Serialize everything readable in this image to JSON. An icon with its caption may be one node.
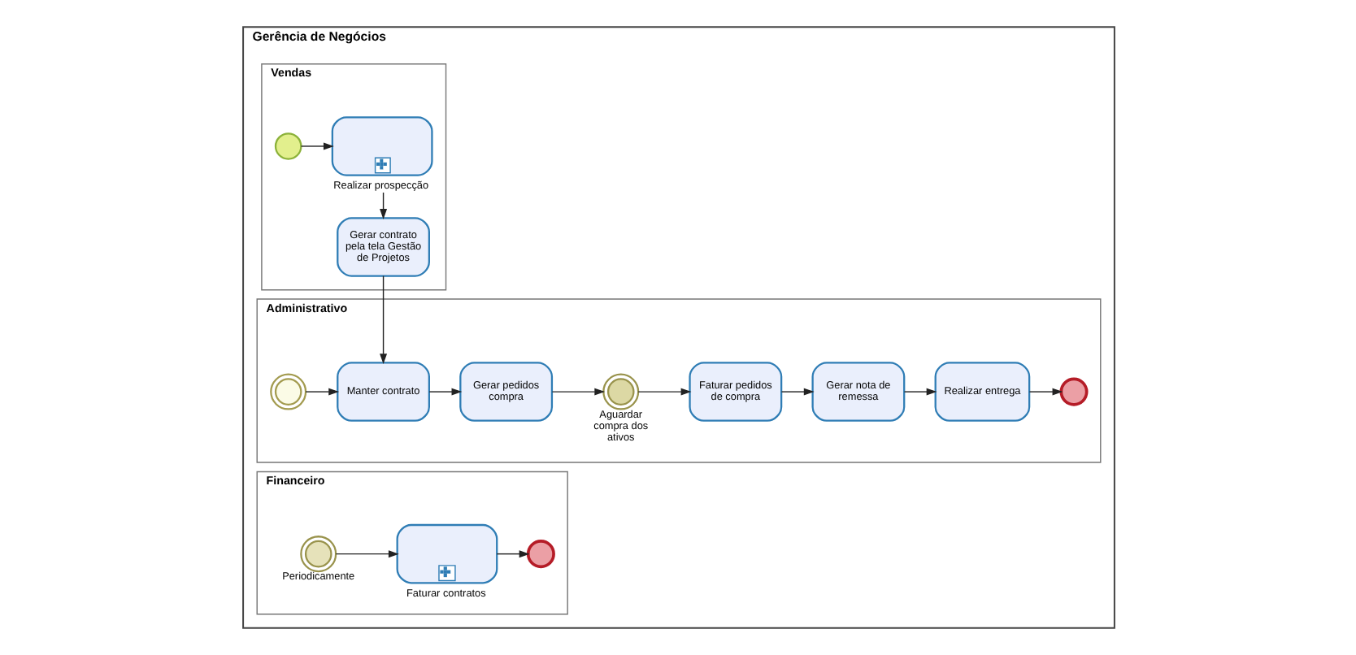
{
  "diagram": {
    "nodes": [
      {
        "text": [
          "Gerência de Negócios"
        ]
      },
      {
        "text": [
          "Vendas"
        ],
        "in": 0
      },
      {
        "text": [
          "Administrativo"
        ],
        "in": 0
      },
      {
        "text": [
          "Financeiro"
        ],
        "in": 0
      },
      {
        "text": [],
        "shape": "circle",
        "in": 1
      },
      {
        "text": [
          "Realizar prospecção"
        ],
        "in": 1
      },
      {
        "text": [
          "Gerar contrato pela tela Gestão de Projetos"
        ],
        "in": 1
      },
      {
        "text": [],
        "shape": "circle",
        "in": 2
      },
      {
        "text": [
          "Manter contrato"
        ],
        "in": 2
      },
      {
        "text": [
          "Gerar pedidos compra"
        ],
        "in": 2
      },
      {
        "text": [],
        "shape": "circle",
        "beside": [
          "Aguardar compra dos ativos"
        ],
        "in": 2
      },
      {
        "text": [
          "Faturar pedidos de compra"
        ],
        "in": 2
      },
      {
        "text": [
          "Gerar nota de remessa"
        ],
        "in": 2
      },
      {
        "text": [
          "Realizar entrega"
        ],
        "in": 2
      },
      {
        "text": [],
        "shape": "circle",
        "in": 2
      },
      {
        "text": [],
        "shape": "circle",
        "beside": [
          "Periodicamente"
        ],
        "in": 3
      },
      {
        "text": [
          "Faturar contratos"
        ],
        "in": 3
      },
      {
        "text": [],
        "shape": "circle",
        "in": 3
      }
    ],
    "edges": [
      {
        "from": 4,
        "to": 5,
        "arrow": "to"
      },
      {
        "from": 5,
        "to": 6,
        "arrow": "to"
      },
      {
        "from": 6,
        "to": 8,
        "arrow": "to"
      },
      {
        "from": 7,
        "to": 8,
        "arrow": "to"
      },
      {
        "from": 8,
        "to": 9,
        "arrow": "to"
      },
      {
        "from": 9,
        "to": 10,
        "arrow": "to"
      },
      {
        "from": 10,
        "to": 11,
        "arrow": "to"
      },
      {
        "from": 11,
        "to": 12,
        "arrow": "to"
      },
      {
        "from": 12,
        "to": 13,
        "arrow": "to"
      },
      {
        "from": 13,
        "to": 14,
        "arrow": "to"
      },
      {
        "from": 15,
        "to": 16,
        "arrow": "to"
      },
      {
        "from": 16,
        "to": 17,
        "arrow": "to"
      }
    ]
  }
}
